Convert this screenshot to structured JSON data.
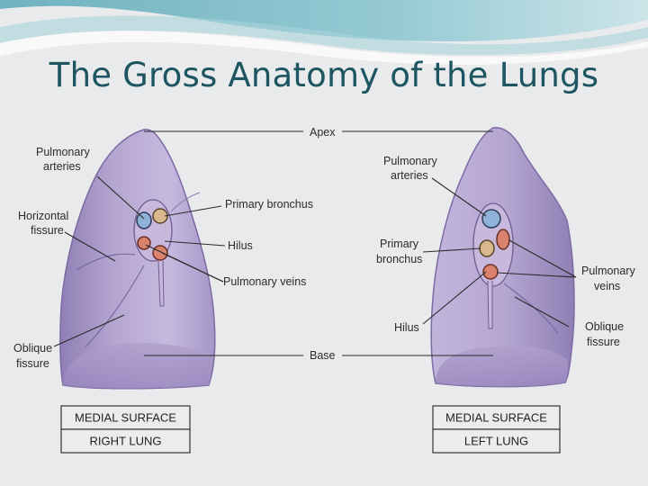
{
  "slide": {
    "title": "The Gross Anatomy of the Lungs"
  },
  "labels": {
    "apex": "Apex",
    "base": "Base",
    "right_lung": {
      "pulmonary_arteries": [
        "Pulmonary",
        "arteries"
      ],
      "horizontal_fissure": [
        "Horizontal",
        "fissure"
      ],
      "oblique_fissure": [
        "Oblique",
        "fissure"
      ],
      "primary_bronchus": "Primary bronchus",
      "hilus": "Hilus",
      "pulmonary_veins": "Pulmonary veins",
      "surface": "MEDIAL SURFACE",
      "name": "RIGHT LUNG"
    },
    "left_lung": {
      "pulmonary_arteries": [
        "Pulmonary",
        "arteries"
      ],
      "primary_bronchus": [
        "Primary",
        "bronchus"
      ],
      "hilus": "Hilus",
      "pulmonary_veins": [
        "Pulmonary",
        "veins"
      ],
      "oblique_fissure": [
        "Oblique",
        "fissure"
      ],
      "surface": "MEDIAL SURFACE",
      "name": "LEFT LUNG"
    }
  },
  "colors": {
    "title": "#1d5560",
    "lung_fill": "#b7a8d2",
    "artery": "#8fb2d9",
    "vein": "#d9826e",
    "bronchus": "#d8b88c",
    "leader_line": "#2b2b2b"
  }
}
